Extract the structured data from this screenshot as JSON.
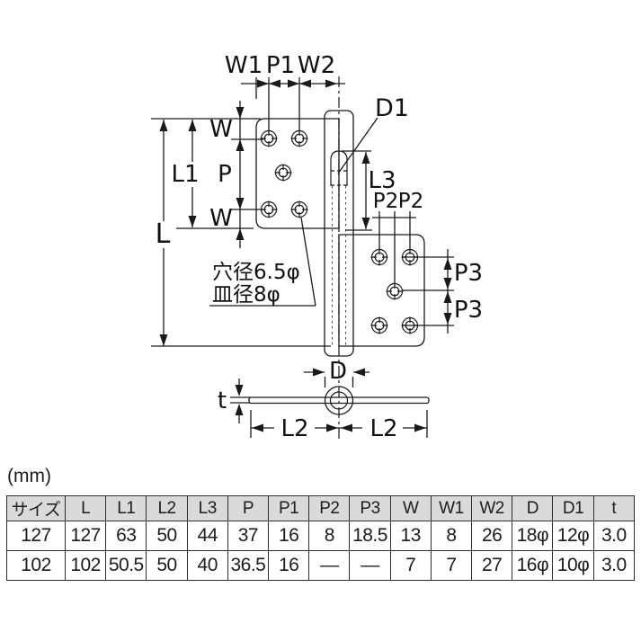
{
  "unit_label": "(mm)",
  "colors": {
    "line": "#1a1a1a",
    "table_border": "#2e2e2e",
    "header_bg": "#dadada",
    "text": "#1c1c1c",
    "background": "#ffffff"
  },
  "diagram": {
    "annotations": {
      "hole_note_line1": "穴径6.5φ",
      "hole_note_line2": "皿径8φ"
    },
    "dim_labels": {
      "W1": "W1",
      "P1": "P1",
      "W2": "W2",
      "D1": "D1",
      "W_top": "W",
      "L1": "L1",
      "P": "P",
      "W_bottom": "W",
      "L": "L",
      "L3": "L3",
      "P2_left": "P2",
      "P2_right": "P2",
      "P3_top": "P3",
      "P3_bottom": "P3",
      "D": "D",
      "t": "t",
      "L2_left": "L2",
      "L2_right": "L2"
    }
  },
  "table": {
    "headers": [
      "サイズ",
      "L",
      "L1",
      "L2",
      "L3",
      "P",
      "P1",
      "P2",
      "P3",
      "W",
      "W1",
      "W2",
      "D",
      "D1",
      "t"
    ],
    "rows": [
      [
        "127",
        "127",
        "63",
        "50",
        "44",
        "37",
        "16",
        "8",
        "18.5",
        "13",
        "8",
        "26",
        "18φ",
        "12φ",
        "3.0"
      ],
      [
        "102",
        "102",
        "50.5",
        "50",
        "40",
        "36.5",
        "16",
        "—",
        "—",
        "7",
        "7",
        "27",
        "16φ",
        "10φ",
        "3.0"
      ]
    ]
  }
}
